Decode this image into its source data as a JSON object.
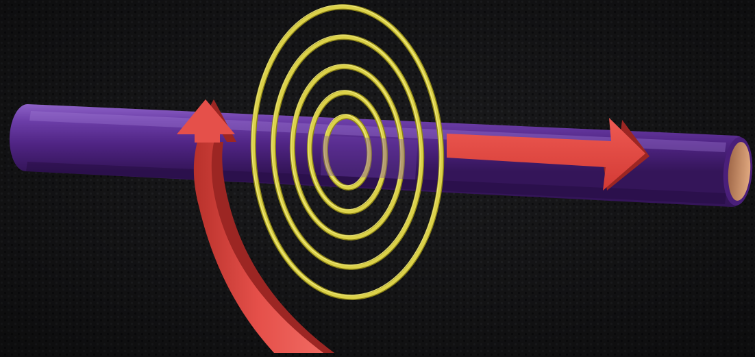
{
  "scene": {
    "background_color": "#1b1b1d",
    "background_pattern": "dark-carbon-dot-grid",
    "wire": {
      "color": "#5a2a8f",
      "highlight_color": "#8d62c7",
      "core_color": "#c08a68"
    },
    "field_rings": {
      "count": 5,
      "color": "#dcd24a",
      "highlight_color": "#f4ee8a"
    },
    "current_arrow": {
      "direction": "right",
      "color": "#e0443c",
      "shade_color": "#9c2623"
    },
    "field_arrow": {
      "rotation": "counterclockwise",
      "color": "#e0443c",
      "shade_color": "#9c2623"
    }
  }
}
